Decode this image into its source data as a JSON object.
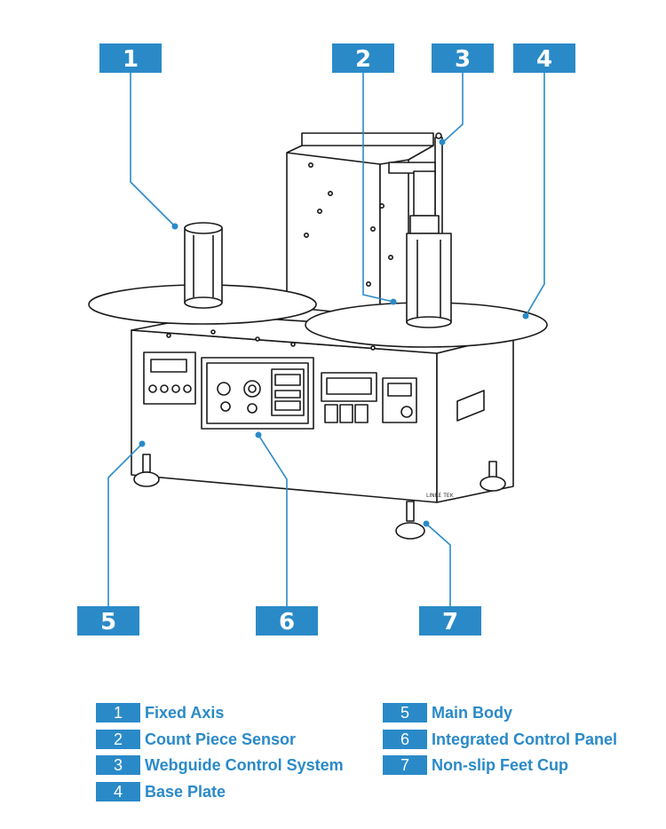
{
  "accent_color": "#2a8ac8",
  "callouts": [
    {
      "number": "1"
    },
    {
      "number": "2"
    },
    {
      "number": "3"
    },
    {
      "number": "4"
    },
    {
      "number": "5"
    },
    {
      "number": "6"
    },
    {
      "number": "7"
    }
  ],
  "legend": [
    {
      "number": "1",
      "label": "Fixed Axis"
    },
    {
      "number": "2",
      "label": "Count Piece Sensor"
    },
    {
      "number": "3",
      "label": "Webguide Control System"
    },
    {
      "number": "4",
      "label": "Base Plate"
    },
    {
      "number": "5",
      "label": "Main Body"
    },
    {
      "number": "6",
      "label": "Integrated Control Panel"
    },
    {
      "number": "7",
      "label": "Non-slip Feet Cup"
    }
  ],
  "machine": {
    "brand_mark": "LINKE TEK"
  }
}
